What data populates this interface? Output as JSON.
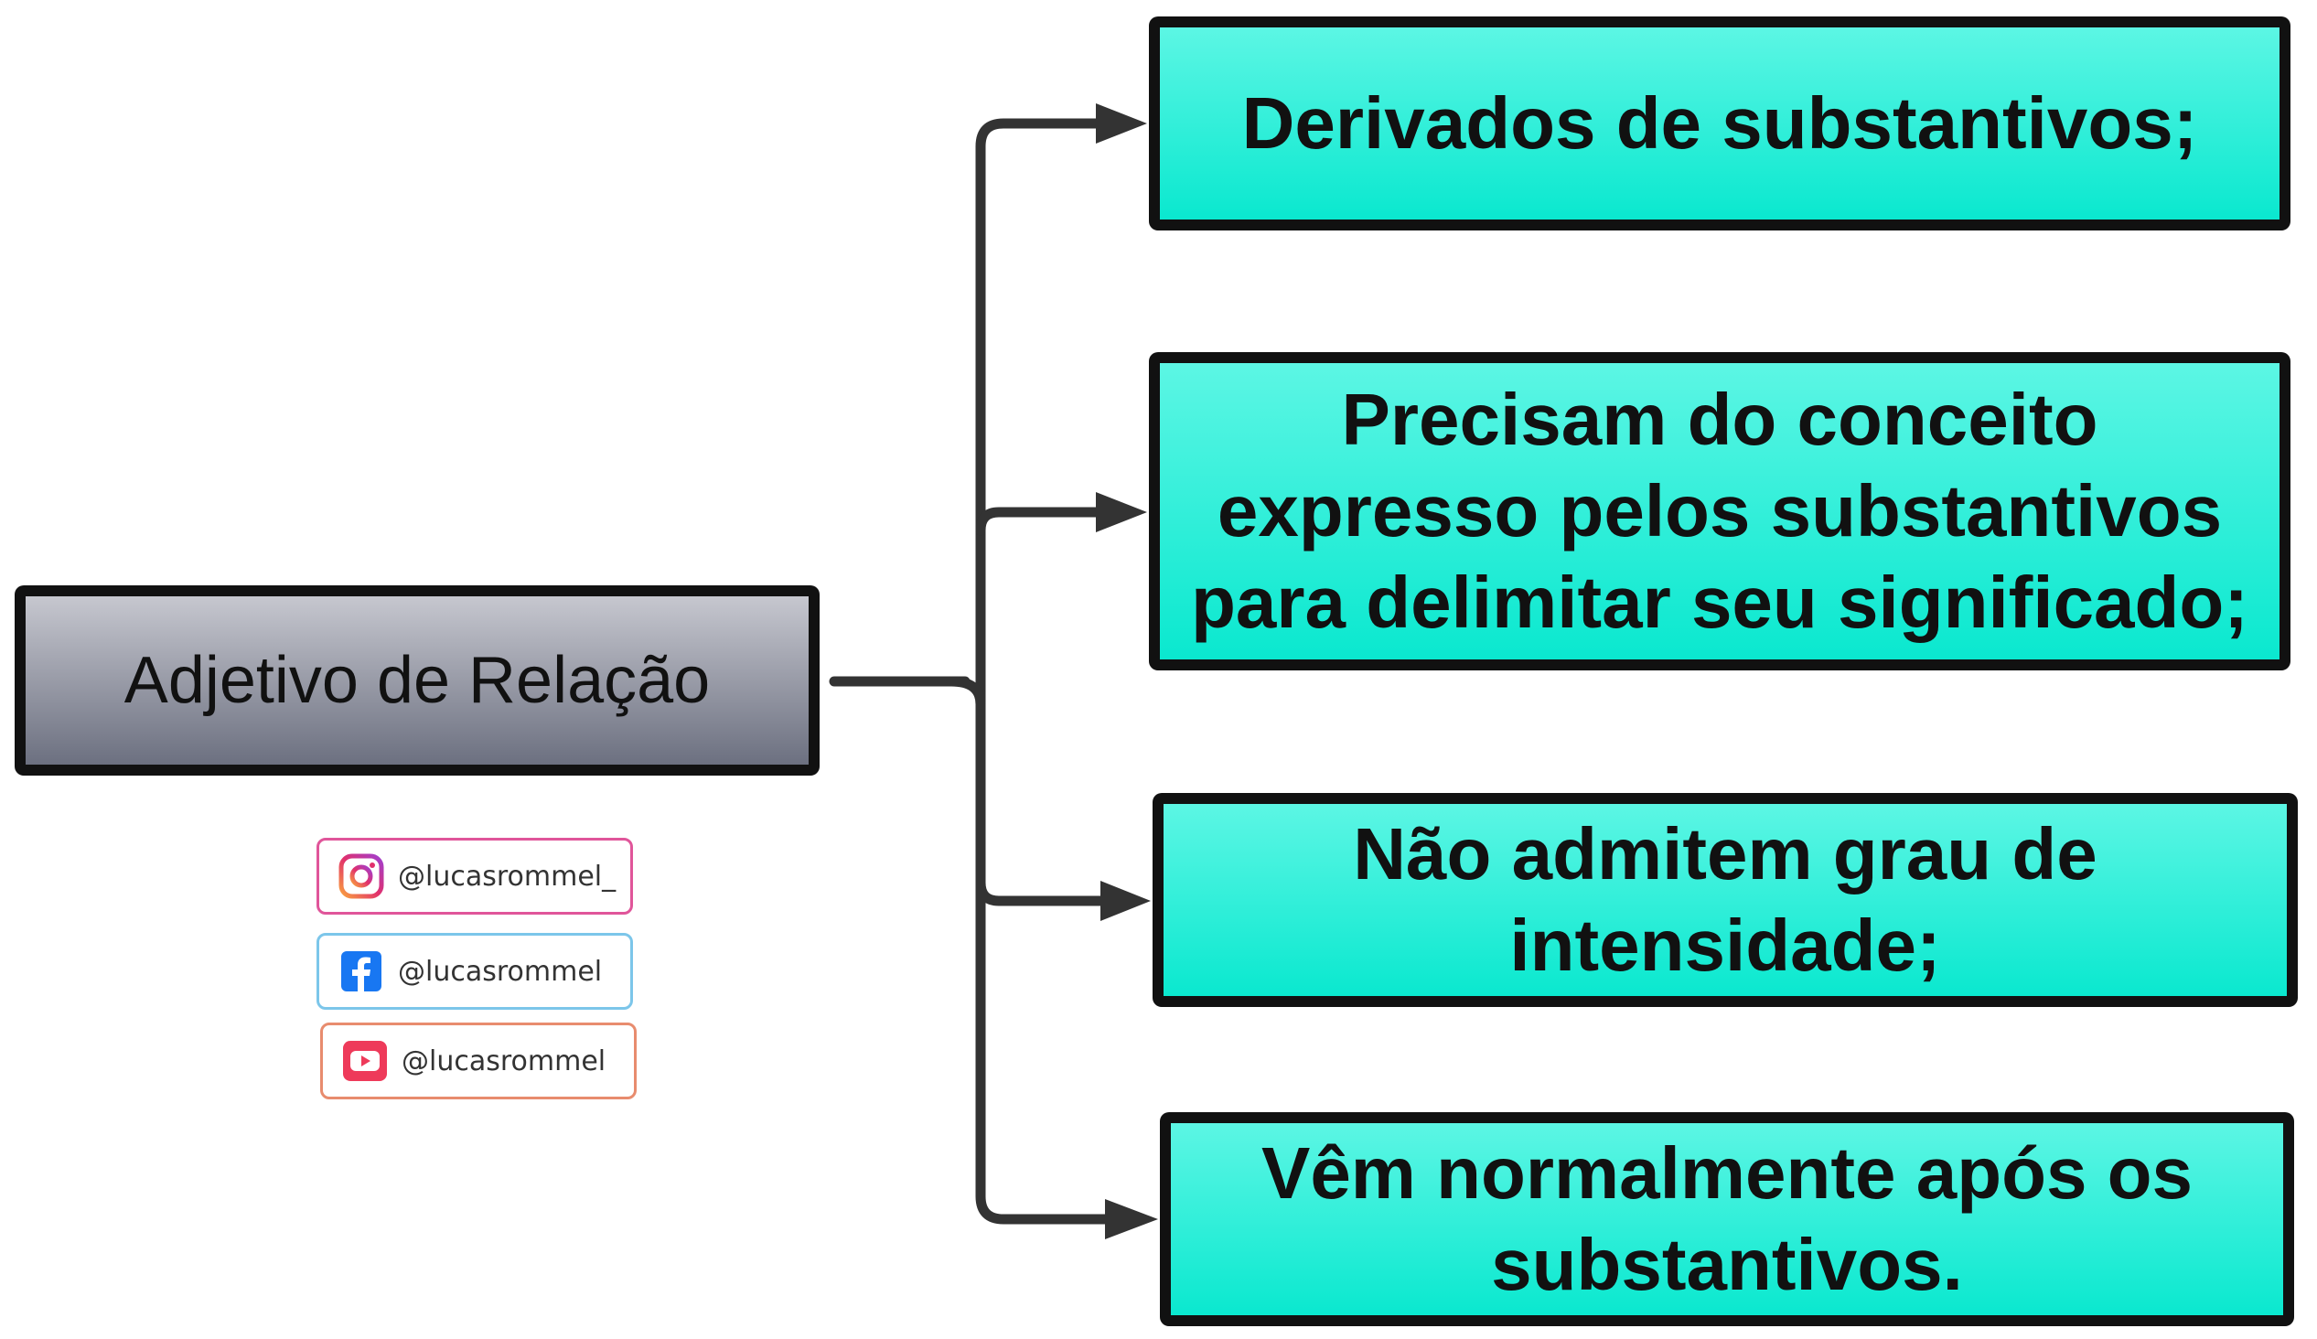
{
  "diagram": {
    "root": {
      "label": "Adjetivo de Relação"
    },
    "branches": [
      {
        "label": "Derivados de substantivos;"
      },
      {
        "label": "Precisam do conceito\nexpresso pelos substantivos\npara delimitar seu significado;"
      },
      {
        "label": "Não admitem grau de\nintensidade;"
      },
      {
        "label": "Vêm normalmente após os\nsubstantivos."
      }
    ]
  },
  "social": [
    {
      "platform": "instagram-icon",
      "handle": "@lucasrommel_"
    },
    {
      "platform": "facebook-icon",
      "handle": "@lucasrommel"
    },
    {
      "platform": "youtube-icon",
      "handle": "@lucasrommel"
    }
  ],
  "colors": {
    "root_fill_top": "#c6c7cf",
    "root_fill_bottom": "#6c7080",
    "branch_fill_top": "#5cf6e4",
    "branch_fill_bottom": "#0ae8cf",
    "connector": "#333333"
  }
}
